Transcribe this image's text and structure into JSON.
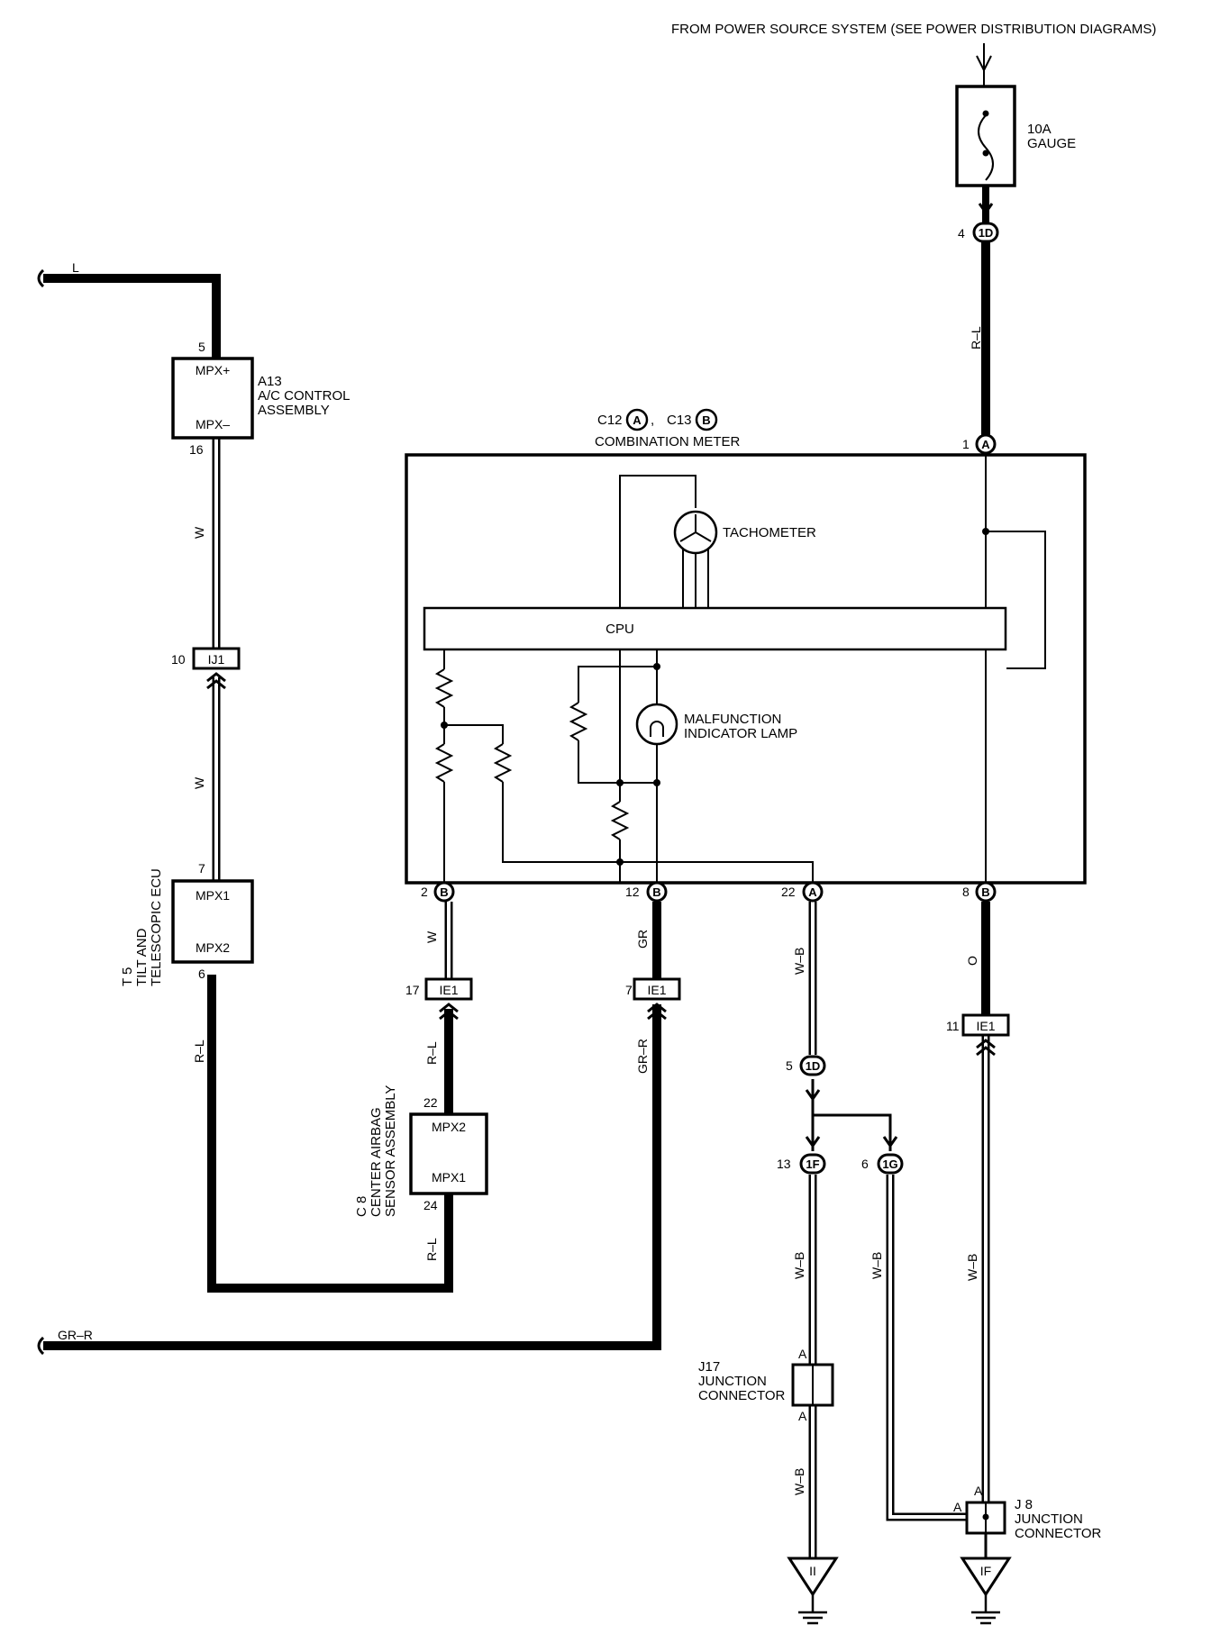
{
  "header": {
    "power_source": "FROM POWER SOURCE SYSTEM (SEE POWER DISTRIBUTION DIAGRAMS)"
  },
  "fuse": {
    "rating": "10A",
    "name": "GAUGE"
  },
  "combination_meter": {
    "c12": "C12",
    "c12_letter": "A",
    "c13": "C13",
    "c13_letter": "B",
    "separator": ",",
    "name": "COMBINATION METER",
    "tachometer": "TACHOMETER",
    "cpu": "CPU",
    "mil_line1": "MALFUNCTION",
    "mil_line2": "INDICATOR LAMP"
  },
  "ac_control": {
    "id": "A13",
    "line1": "A/C CONTROL",
    "line2": "ASSEMBLY",
    "pin_top": "MPX+",
    "pin_bottom": "MPX–"
  },
  "tilt_ecu": {
    "id": "T 5",
    "line1": "TILT AND",
    "line2": "TELESCOPIC ECU",
    "pin_top": "MPX1",
    "pin_bottom": "MPX2"
  },
  "airbag": {
    "id": "C 8",
    "line1": "CENTER AIRBAG",
    "line2": "SENSOR ASSEMBLY",
    "pin_top": "MPX2",
    "pin_bottom": "MPX1"
  },
  "j17": {
    "id": "J17",
    "line1": "JUNCTION",
    "line2": "CONNECTOR",
    "pin": "A"
  },
  "j8": {
    "id": "J 8",
    "line1": "JUNCTION",
    "line2": "CONNECTOR",
    "pin": "A"
  },
  "grounds": {
    "left": "II",
    "right": "IF"
  },
  "wires": {
    "l": "L",
    "gr_r": "GR–R",
    "rl": "R–L",
    "w": "W",
    "gr": "GR",
    "o": "O",
    "wb": "W–B"
  },
  "connectors": {
    "ij1": "IJ1",
    "ie1": "IE1",
    "c1d": "1D",
    "c1f": "1F",
    "c1g": "1G",
    "a": "A",
    "b": "B"
  },
  "pins": {
    "p4": "4",
    "p1": "1",
    "p5": "5",
    "p16": "16",
    "p10": "10",
    "p7": "7",
    "p6": "6",
    "p2": "2",
    "p12": "12",
    "p22": "22",
    "p8": "8",
    "p17": "17",
    "p11": "11",
    "p24": "24",
    "p13": "13"
  }
}
